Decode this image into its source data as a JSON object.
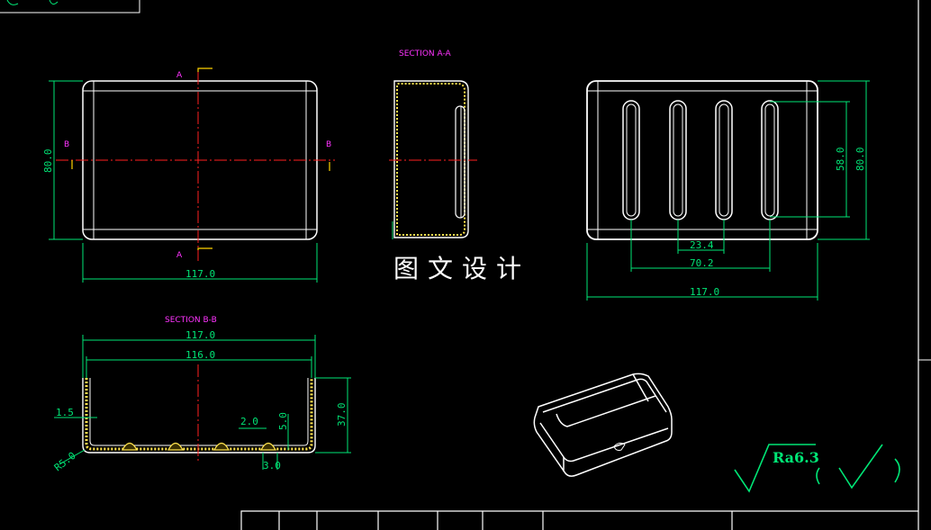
{
  "front_view": {
    "height_dim": "80.0",
    "width_dim": "117.0",
    "cut_a_top": "A",
    "cut_a_bottom": "A",
    "cut_b_left": "B",
    "cut_b_right": "B"
  },
  "section_aa": {
    "title": "SECTION A-A"
  },
  "slot_view": {
    "slot_len_dim": "58.0",
    "height_dim": "80.0",
    "pitch_dim": "23.4",
    "span_dim": "70.2",
    "width_dim": "117.0"
  },
  "section_bb": {
    "title": "SECTION B-B",
    "outer_width_dim": "117.0",
    "inner_width_dim": "116.0",
    "wall_dim": "1.5",
    "height_dim": "37.0",
    "rib_w_dim": "2.0",
    "rib_h_dim": "5.0",
    "base_dim": "3.0",
    "radius_dim": "R5.0"
  },
  "watermark": "图文设计",
  "roughness": {
    "label": "Ra6.3"
  }
}
